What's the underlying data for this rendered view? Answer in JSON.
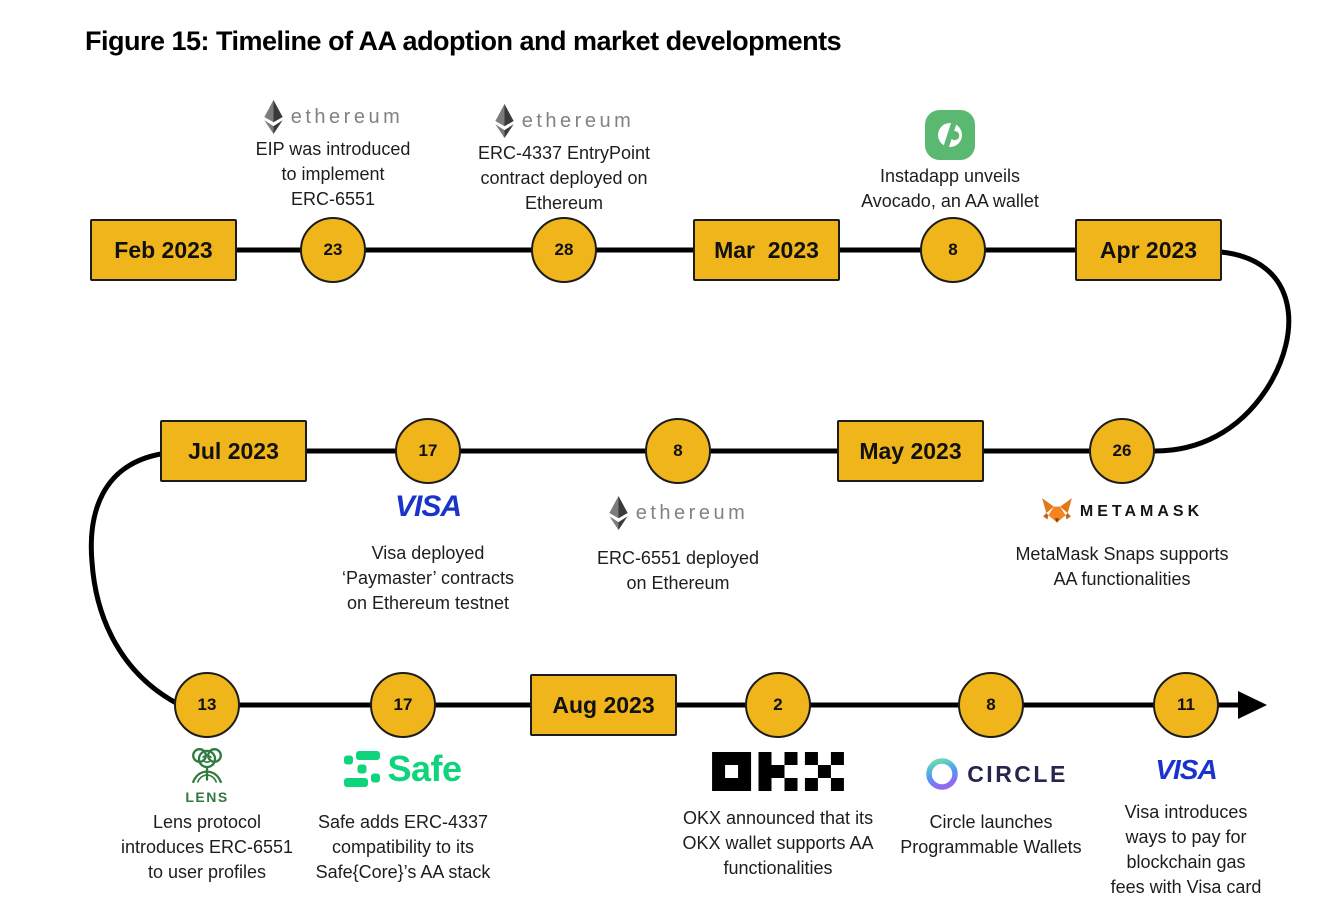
{
  "title": "Figure 15: Timeline of AA adoption and market developments",
  "colors": {
    "node_fill": "#F0B51B",
    "line": "#000000",
    "visa_blue": "#1A34CB",
    "safe_green": "#0ED57C",
    "instadapp_green": "#5BB871",
    "lens_green": "#2F7A3F",
    "metamask_orange": "#F5841F",
    "circle_navy": "#26254d",
    "ethereum_gray": "#828282",
    "okx_black": "#000000"
  },
  "months": [
    {
      "label": "Feb 2023"
    },
    {
      "label": "Mar  2023"
    },
    {
      "label": "Apr 2023"
    },
    {
      "label": "May 2023"
    },
    {
      "label": "Jul 2023"
    },
    {
      "label": "Aug 2023"
    }
  ],
  "logos": {
    "ethereum": "ethereum",
    "metamask": "METAMASK",
    "visa": "VISA",
    "safe": "Safe",
    "circle": "CIRCLE",
    "lens": "LENS"
  },
  "events": [
    {
      "day": "23",
      "logo": "ethereum",
      "lines": [
        "EIP was introduced",
        "to implement",
        "ERC-6551"
      ]
    },
    {
      "day": "28",
      "logo": "ethereum",
      "lines": [
        "ERC-4337 EntryPoint",
        "contract deployed on",
        "Ethereum"
      ]
    },
    {
      "day": "8",
      "logo": "instadapp",
      "lines": [
        "Instadapp unveils",
        "Avocado, an AA wallet"
      ]
    },
    {
      "day": "26",
      "logo": "metamask",
      "lines": [
        "MetaMask Snaps supports",
        "AA functionalities"
      ]
    },
    {
      "day": "8",
      "logo": "ethereum",
      "lines": [
        "ERC-6551 deployed",
        "on Ethereum"
      ]
    },
    {
      "day": "17",
      "logo": "visa",
      "lines": [
        "Visa deployed",
        "‘Paymaster’ contracts",
        "on Ethereum testnet"
      ]
    },
    {
      "day": "13",
      "logo": "lens",
      "lines": [
        "Lens protocol",
        "introduces ERC-6551",
        "to user profiles"
      ]
    },
    {
      "day": "17",
      "logo": "safe",
      "lines": [
        "Safe adds ERC-4337",
        "compatibility to its",
        "Safe{Core}’s AA stack"
      ]
    },
    {
      "day": "2",
      "logo": "okx",
      "lines": [
        "OKX announced that its",
        "OKX wallet supports AA",
        "functionalities"
      ]
    },
    {
      "day": "8",
      "logo": "circle",
      "lines": [
        "Circle launches",
        "Programmable Wallets"
      ]
    },
    {
      "day": "11",
      "logo": "visa",
      "lines": [
        "Visa introduces",
        "ways to pay for",
        "blockchain gas",
        "fees with Visa card"
      ]
    }
  ]
}
